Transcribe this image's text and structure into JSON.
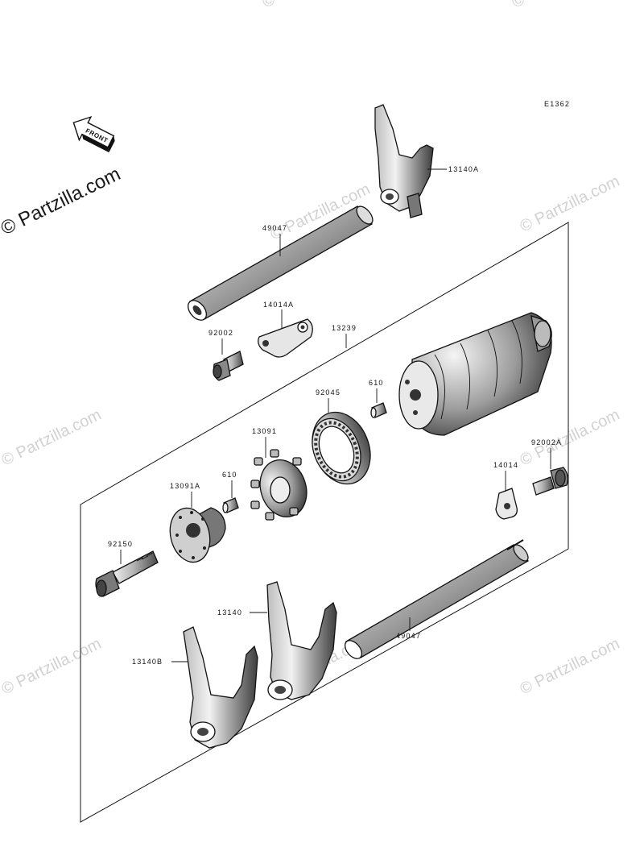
{
  "diagram_code": "E1362",
  "front_label": "FRONT",
  "watermarks": {
    "main": "© Partzilla.com",
    "repeat": "© Partzilla.com"
  },
  "callouts": {
    "c13140A": "13140A",
    "c49047_top": "49047",
    "c14014A": "14014A",
    "c92002": "92002",
    "c13239": "13239",
    "c610_top": "610",
    "c92045": "92045",
    "c13091": "13091",
    "c92002A": "92002A",
    "c14014": "14014",
    "c13091A": "13091A",
    "c610_bottom": "610",
    "c92150": "92150",
    "c13140": "13140",
    "c49047_bottom": "49047",
    "c13140B": "13140B"
  }
}
